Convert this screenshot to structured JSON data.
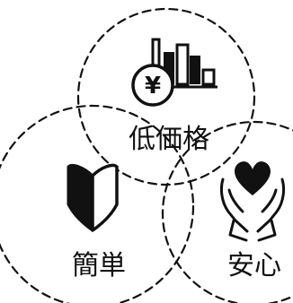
{
  "colors": {
    "stroke": "#111111",
    "fill": "#111111",
    "background": "#ffffff"
  },
  "circles": [
    {
      "id": "price",
      "label": "低価格",
      "icon": "yen-coin-bar-chart-icon"
    },
    {
      "id": "easy",
      "label": "簡単",
      "icon": "beginner-mark-icon"
    },
    {
      "id": "safe",
      "label": "安心",
      "icon": "hands-holding-heart-icon"
    }
  ],
  "yen_symbol": "¥"
}
